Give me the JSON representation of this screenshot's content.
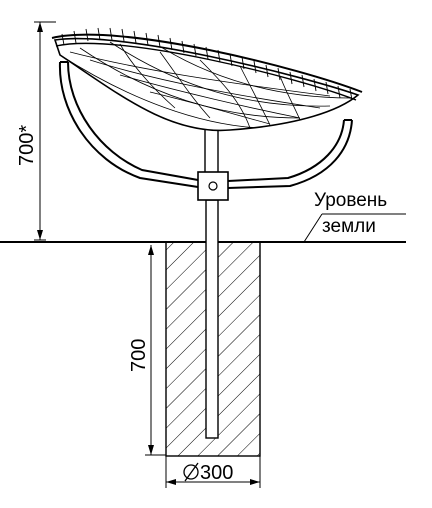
{
  "dimensions": {
    "above_ground_height": "700*",
    "below_ground_depth": "700",
    "foundation_diameter": "300"
  },
  "labels": {
    "ground_level_line1": "Уровень",
    "ground_level_line2": "земли"
  },
  "icons": {
    "diameter_symbol": "diameter-icon"
  }
}
